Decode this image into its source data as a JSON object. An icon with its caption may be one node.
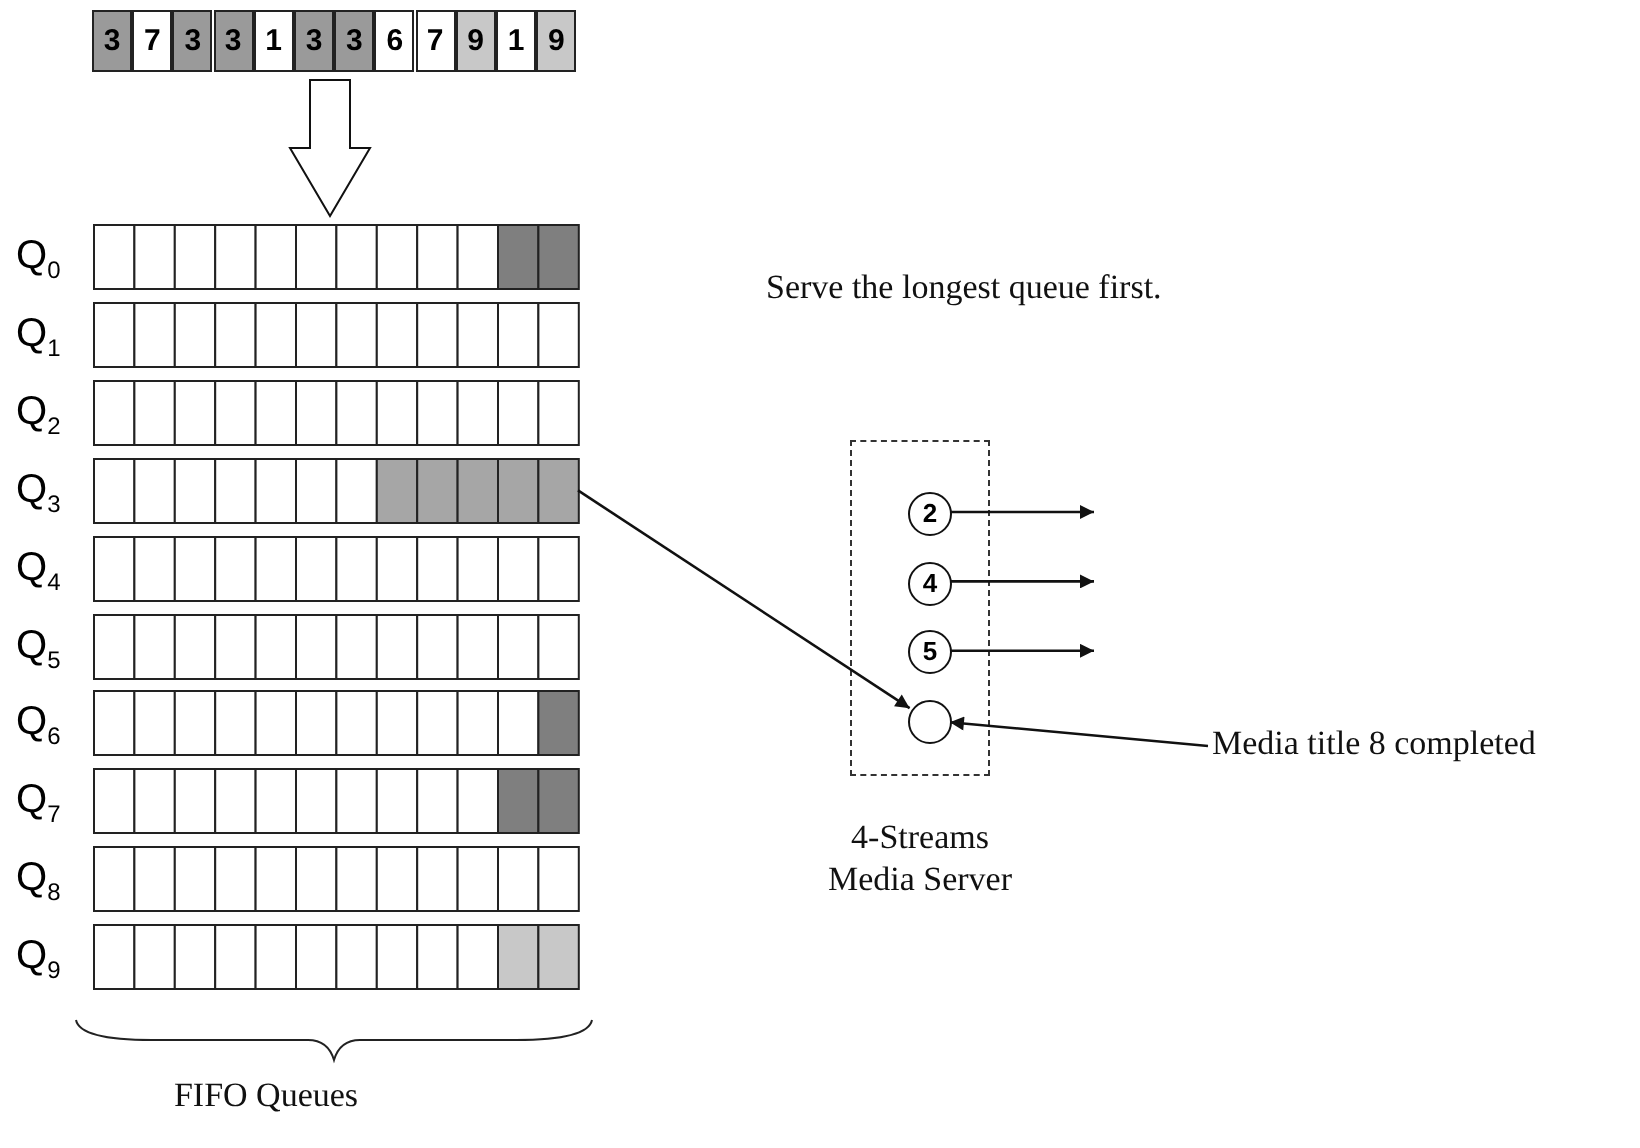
{
  "diagram": {
    "nodes": [
      {
        "text": [
          "3",
          "7",
          "3",
          "3",
          "1",
          "3",
          "3",
          "6",
          "7",
          "9",
          "1",
          "9"
        ]
      },
      {
        "text": [
          "FIFO Queues"
        ]
      },
      {
        "text": [
          "Q$_{0}$"
        ],
        "in": 1
      },
      {
        "text": [
          "Q$_{1}$"
        ],
        "in": 1
      },
      {
        "text": [
          "Q$_{2}$"
        ],
        "in": 1
      },
      {
        "text": [
          "Q$_{3}$"
        ],
        "in": 1
      },
      {
        "text": [
          "Q$_{4}$"
        ],
        "in": 1
      },
      {
        "text": [
          "Q$_{5}$"
        ],
        "in": 1
      },
      {
        "text": [
          "Q$_{6}$"
        ],
        "in": 1
      },
      {
        "text": [
          "Q$_{7}$"
        ],
        "in": 1
      },
      {
        "text": [
          "Q$_{8}$"
        ],
        "in": 1
      },
      {
        "text": [
          "Q$_{9}$"
        ],
        "in": 1
      },
      {
        "text": [
          "4-Streams Media Server"
        ]
      },
      {
        "text": [
          "2"
        ],
        "in": 12
      },
      {
        "text": [
          "4"
        ],
        "in": 12
      },
      {
        "text": [
          "5"
        ],
        "in": 12
      },
      {
        "text": [],
        "shape": "circle",
        "in": 12
      },
      {
        "text": [
          "Media title 8 completed"
        ]
      }
    ],
    "edges": [
      {
        "from": 0,
        "to": 1,
        "arrow": "to"
      },
      {
        "from": 5,
        "to": 16,
        "arrow": "to"
      },
      {
        "from": 13,
        "to": null,
        "arrow": "to"
      },
      {
        "from": 14,
        "to": null,
        "arrow": "to"
      },
      {
        "from": 15,
        "to": null,
        "arrow": "to"
      },
      {
        "from": 17,
        "to": 16,
        "arrow": "to"
      }
    ],
    "labels": [
      "Serve the longest queue first."
    ]
  }
}
